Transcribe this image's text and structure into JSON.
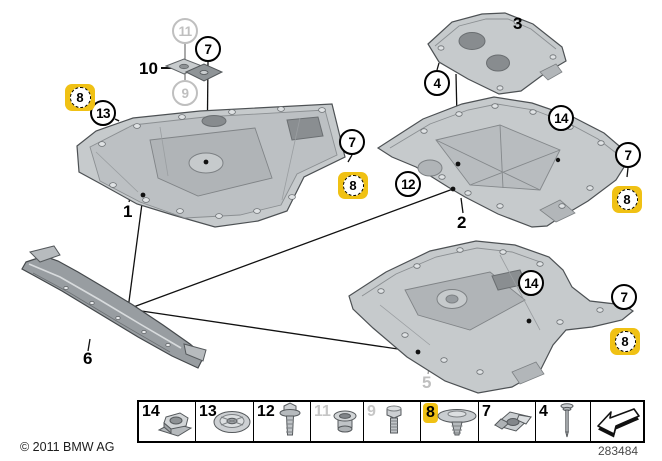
{
  "footer": {
    "copyright": "© 2011 BMW AG",
    "doc_number": "283484"
  },
  "colors": {
    "highlight_yellow": "#F0C114",
    "faded_gray": "#BFBFBF",
    "panel_gray": "#C6CACC"
  },
  "part_labels": {
    "p1": "1",
    "p2": "2",
    "p3": "3",
    "p5": "5",
    "p6": "6",
    "p10": "10"
  },
  "callouts": {
    "c4": "4",
    "c7": "7",
    "c8": "8",
    "c9": "9",
    "c11": "11",
    "c12": "12",
    "c13": "13",
    "c14": "14"
  },
  "legend": {
    "cells": [
      {
        "num": "14",
        "icon": "cage-nut-icon",
        "faded": false,
        "highlighted": false
      },
      {
        "num": "13",
        "icon": "plastic-washer-icon",
        "faded": false,
        "highlighted": false
      },
      {
        "num": "12",
        "icon": "flanged-bolt-icon",
        "faded": false,
        "highlighted": false
      },
      {
        "num": "11",
        "icon": "grommet-icon",
        "faded": true,
        "highlighted": false
      },
      {
        "num": "9",
        "icon": "hex-bolt-icon",
        "faded": true,
        "highlighted": false
      },
      {
        "num": "8",
        "icon": "expansion-rivet-icon",
        "faded": false,
        "highlighted": true
      },
      {
        "num": "7",
        "icon": "speed-nut-icon",
        "faded": false,
        "highlighted": false
      },
      {
        "num": "4",
        "icon": "screw-pin-icon",
        "faded": false,
        "highlighted": false
      },
      {
        "num": "",
        "icon": "direction-arrow-icon",
        "faded": false,
        "highlighted": false
      }
    ]
  }
}
